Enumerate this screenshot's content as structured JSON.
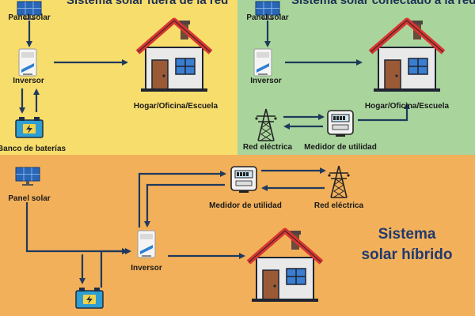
{
  "colors": {
    "offgrid_bg": "#f7dd6c",
    "ongrid_bg": "#a9d59d",
    "hybrid_bg": "#f3b05a",
    "arrow": "#1f3a5c"
  },
  "panels": {
    "offgrid": {
      "title": "Sistema solar fuera de la red",
      "labels": {
        "solar_panel": "Panel solar",
        "inverter": "Inversor",
        "battery_bank": "Banco de baterías",
        "home": "Hogar/Oficina/Escuela"
      }
    },
    "ongrid": {
      "title": "Sistema solar conectado a la red",
      "labels": {
        "solar_panel": "Panel solar",
        "inverter": "Inversor",
        "home": "Hogar/Oficina/Escuela",
        "grid": "Red eléctrica",
        "meter": "Medidor de utilidad"
      }
    },
    "hybrid": {
      "title_line1": "Sistema",
      "title_line2": "solar híbrido",
      "labels": {
        "solar_panel": "Panel solar",
        "meter": "Medidor de utilidad",
        "grid": "Red eléctrica",
        "inverter": "Inversor"
      }
    }
  },
  "icons": [
    "solar-panel-icon",
    "inverter-icon",
    "battery-icon",
    "house-icon",
    "power-tower-icon",
    "utility-meter-icon"
  ]
}
